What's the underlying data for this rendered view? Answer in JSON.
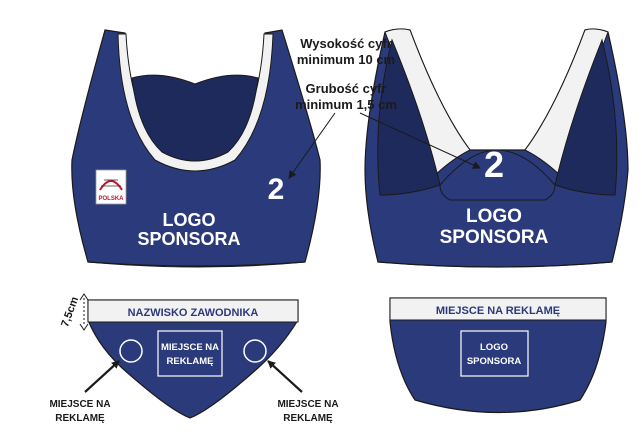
{
  "annotations": {
    "digit_height_line1": "Wysokość cyfr",
    "digit_height_line2": "minimum 10 cm",
    "digit_thickness_line1": "Grubość cyfr",
    "digit_thickness_line2": "minimum 1,5 cm"
  },
  "top_front": {
    "number": "2",
    "logo_line1": "LOGO",
    "logo_line2": "SPONSORA",
    "badge_text": "POLSKA"
  },
  "top_back": {
    "number": "2",
    "logo_line1": "LOGO",
    "logo_line2": "SPONSORA"
  },
  "bottom_front": {
    "waistband_text": "NAZWISKO ZAWODNIKA",
    "center_box_line1": "MIEJSCE NA",
    "center_box_line2": "REKLAMĘ",
    "dimension_label": "7,5cm",
    "left_callout_line1": "MIEJSCE NA",
    "left_callout_line2": "REKLAMĘ",
    "right_callout_line1": "MIEJSCE NA",
    "right_callout_line2": "REKLAMĘ"
  },
  "bottom_back": {
    "waistband_text": "MIEJSCE NA REKLAMĘ",
    "box_line1": "LOGO",
    "box_line2": "SPONSORA"
  },
  "colors": {
    "navy": "#2b3a7a",
    "navy_dark": "#1f2a5c",
    "trim": "#f2f2f2",
    "outline": "#1a1a1a"
  }
}
